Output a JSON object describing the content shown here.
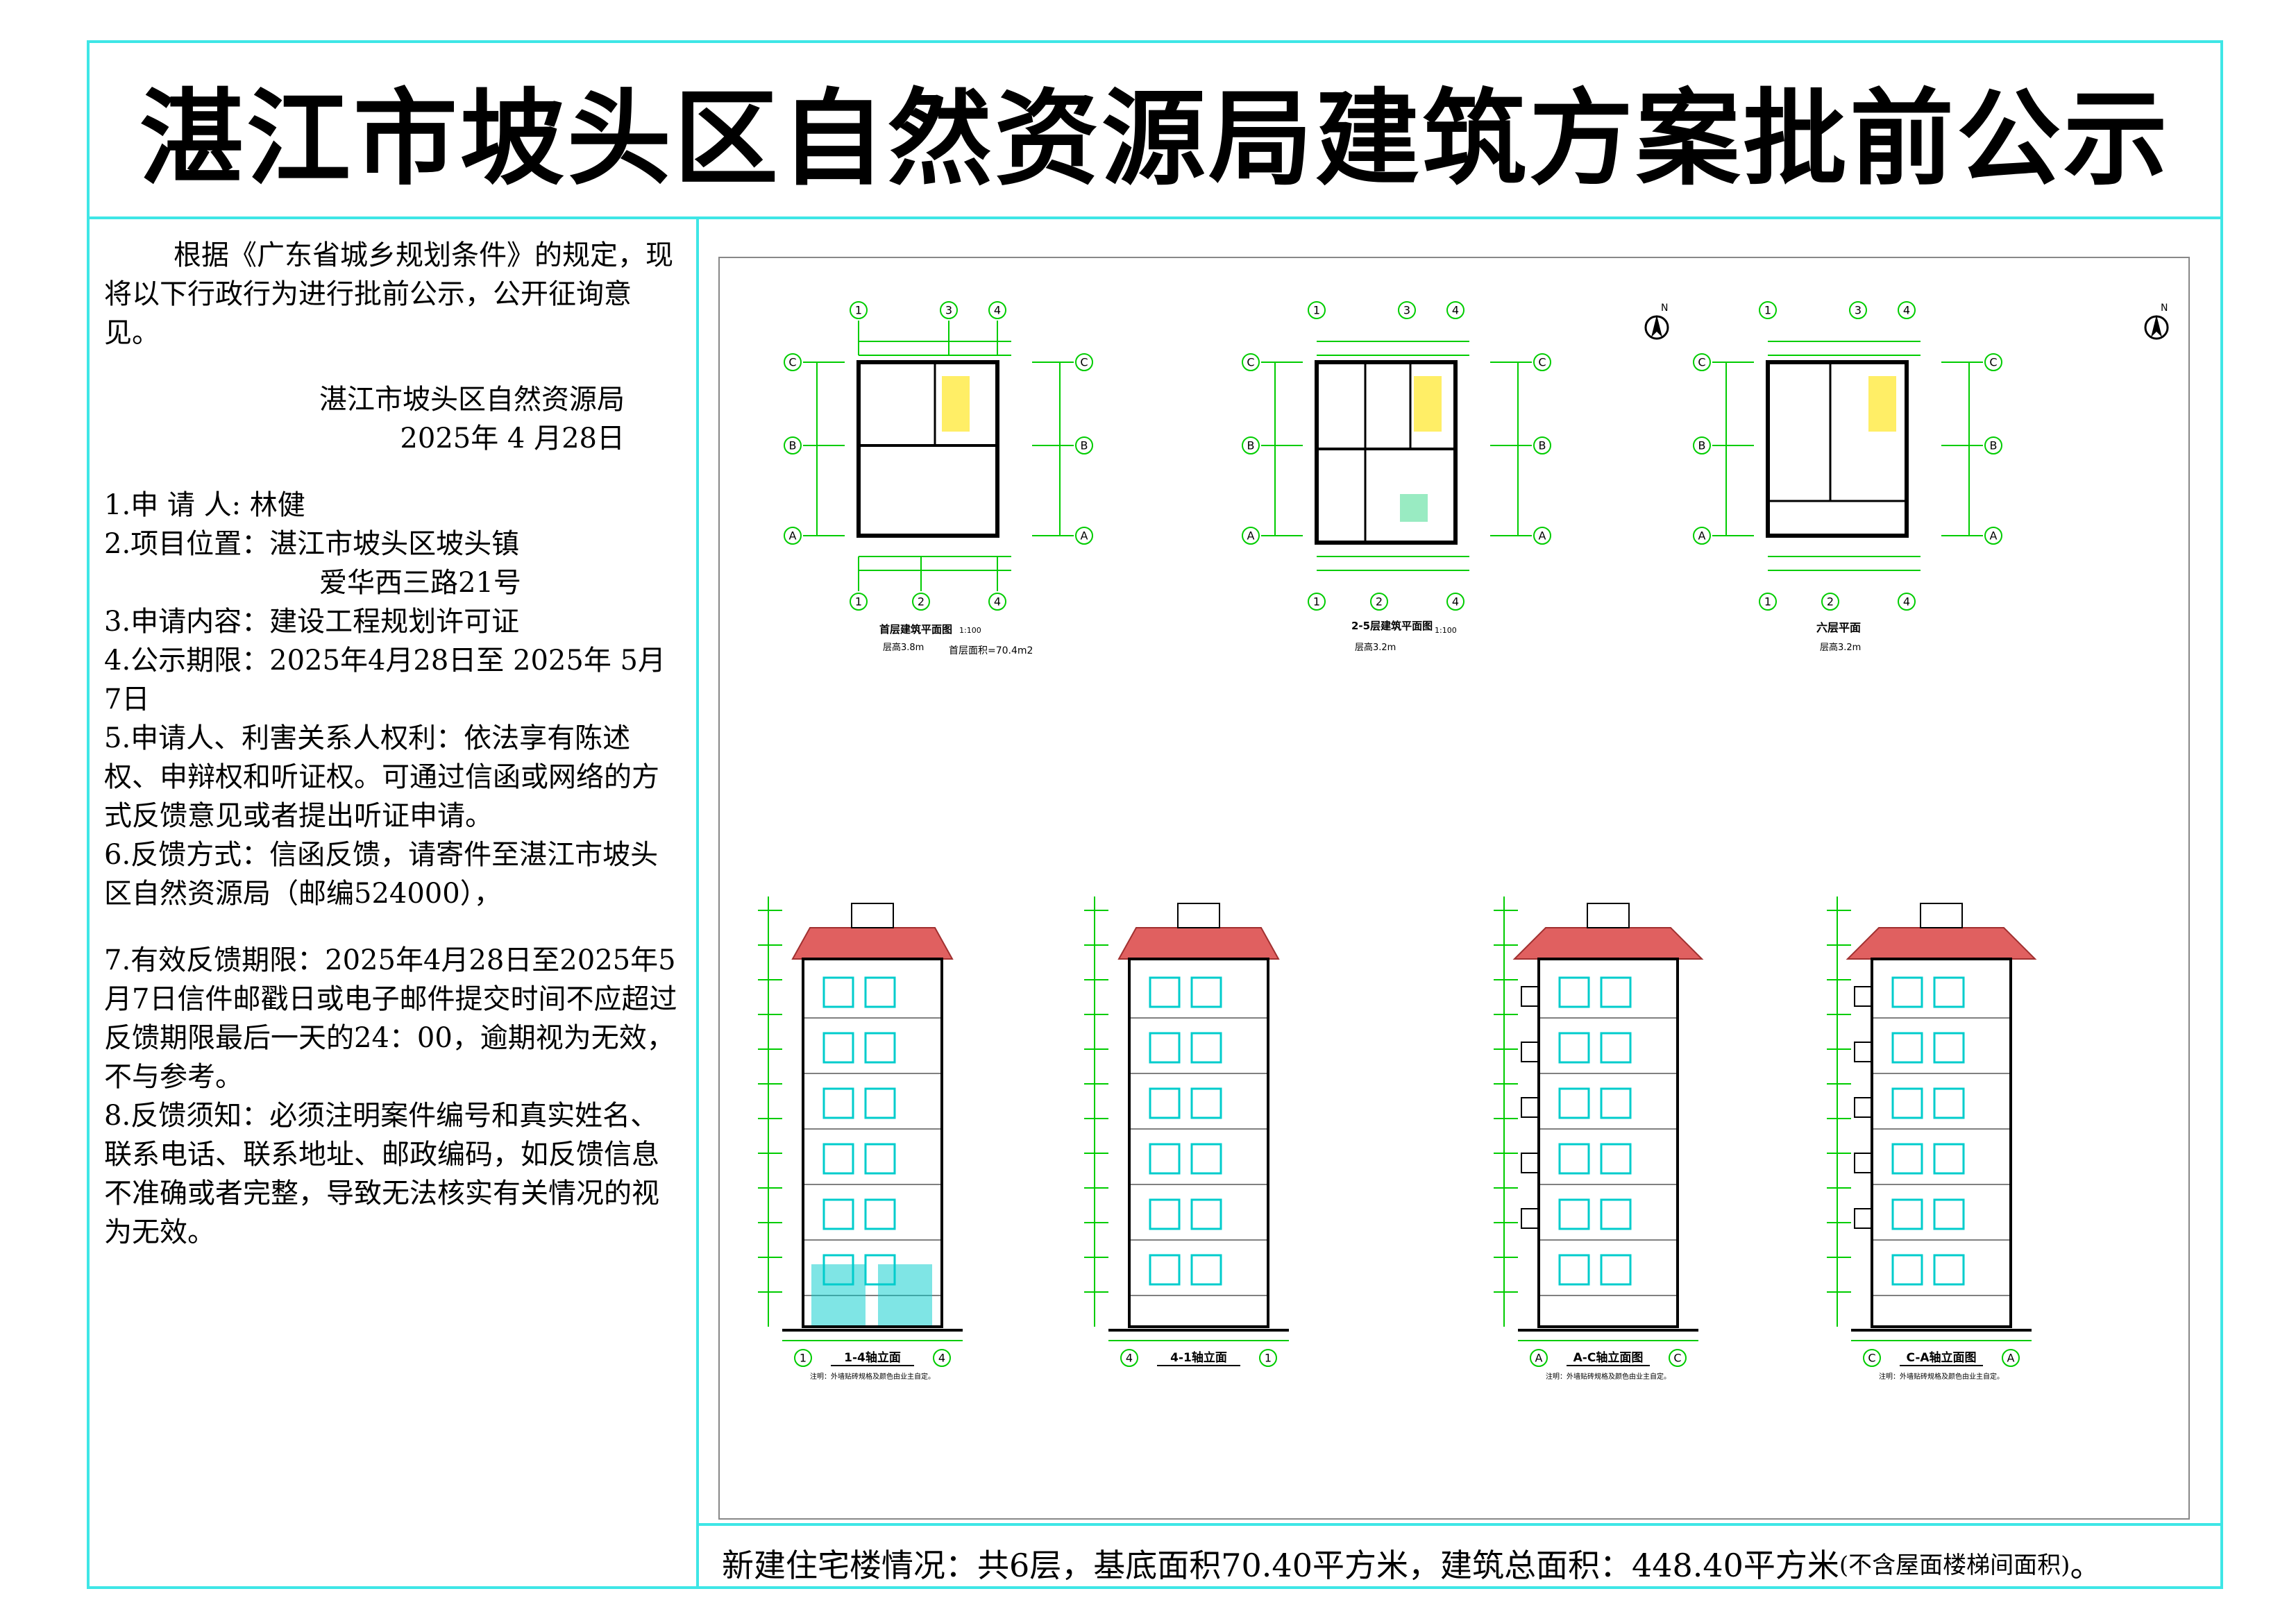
{
  "title": "湛江市坡头区自然资源局建筑方案批前公示",
  "notice": {
    "intro": "根据《广东省城乡规划条件》的规定，现 将以下行政行为进行批前公示，公开征询意见。",
    "org": "湛江市坡头区自然资源局",
    "date": "2025年 4 月28日"
  },
  "items": {
    "applicant": "1.申 请 人: 林健",
    "location": "2.项目位置：湛江市坡头区坡头镇",
    "location_2": "爱华西三路21号",
    "content": "3.申请内容：建设工程规划许可证",
    "period": "4.公示期限：2025年4月28日至 2025年 5月 7日",
    "rights": "5.申请人、利害关系人权利：依法享有陈述权、申辩权和听证权。可通过信函或网络的方式反馈意见或者提出听证申请。",
    "feedback": "6.反馈方式：信函反馈，请寄件至湛江市坡头区自然资源局（邮编524000），",
    "deadline": "7.有效反馈期限：2025年4月28日至2025年5月7日信件邮戳日或电子邮件提交时间不应超过反馈期限最后一天的24：00，逾期视为无效，不与参考。",
    "notes": "8.反馈须知：必须注明案件编号和真实姓名、联系电话、联系地址、邮政编码，如反馈信息不准确或者完整，导致无法核实有关情况的视为无效。"
  },
  "drawing": {
    "plans": [
      {
        "label": "首层建筑平面图",
        "scale": "1:100",
        "height": "层高3.8m",
        "area": "首层面积=70.4m2"
      },
      {
        "label": "2-5层建筑平面图",
        "scale": "1:100",
        "height": "层高3.2m"
      },
      {
        "label": "六层平面",
        "height": "层高3.2m"
      }
    ],
    "elevations": [
      {
        "label": "1-4轴立面",
        "axis_left": "1",
        "axis_right": "4",
        "note": "注明：外墙贴砖规格及颜色由业主自定。"
      },
      {
        "label": "4-1轴立面",
        "axis_left": "4",
        "axis_right": "1"
      },
      {
        "label": "A-C轴立面图",
        "axis_left": "A",
        "axis_right": "C",
        "note": "注明：外墙贴砖规格及颜色由业主自定。"
      },
      {
        "label": "C-A轴立面图",
        "axis_left": "C",
        "axis_right": "A",
        "note": "注明：外墙贴砖规格及颜色由业主自定。"
      }
    ],
    "axis_labels": {
      "one": "1",
      "two": "2",
      "three": "3",
      "four": "4",
      "a": "A",
      "b": "B",
      "c": "C"
    },
    "north": "N",
    "colors": {
      "line": "#00cc00",
      "wall": "#000000",
      "window": "#00cccc",
      "roof": "#e06060",
      "frame": "#3ee6e6"
    }
  },
  "summary": {
    "main": "新建住宅楼情况：共6层，基底面积70.40平方米，建筑总面积：448.40平方米",
    "small": "(不含屋面楼梯间面积)",
    "end": "。"
  }
}
